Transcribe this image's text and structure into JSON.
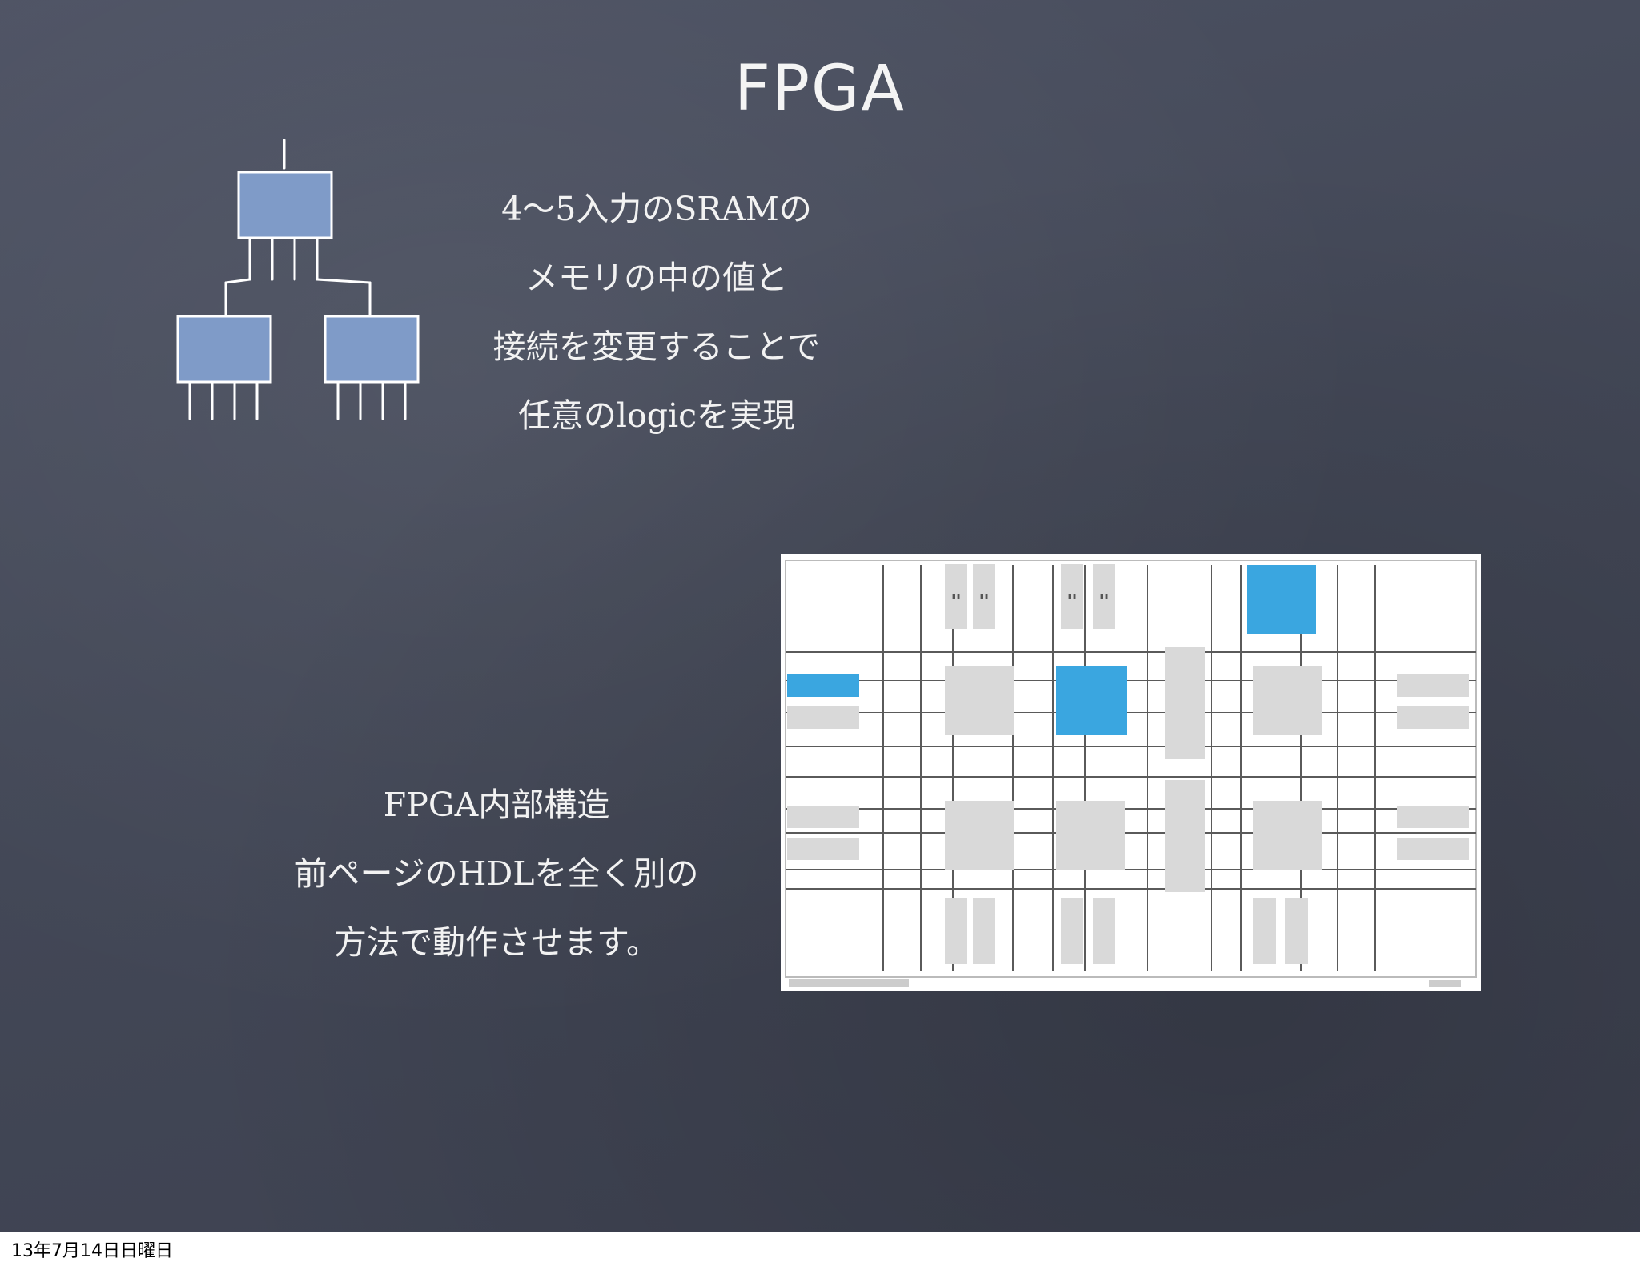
{
  "slide": {
    "title": "FPGA",
    "lut_text": [
      "4〜5入力のSRAMの",
      "メモリの中の値と",
      "接続を変更することで",
      "任意のlogicを実現"
    ],
    "structure_text": [
      "FPGA内部構造",
      "前ページのHDLを全く別の",
      "方法で動作させます。"
    ]
  },
  "footer": {
    "date": "13年7月14日日曜日"
  },
  "colors": {
    "background": "#464a59",
    "tree_box": "#7f9bc8",
    "accent_block": "#3aa6e0",
    "block": "#d9d9d9"
  },
  "icons": {
    "lut_tree": "lut-tree-icon"
  }
}
